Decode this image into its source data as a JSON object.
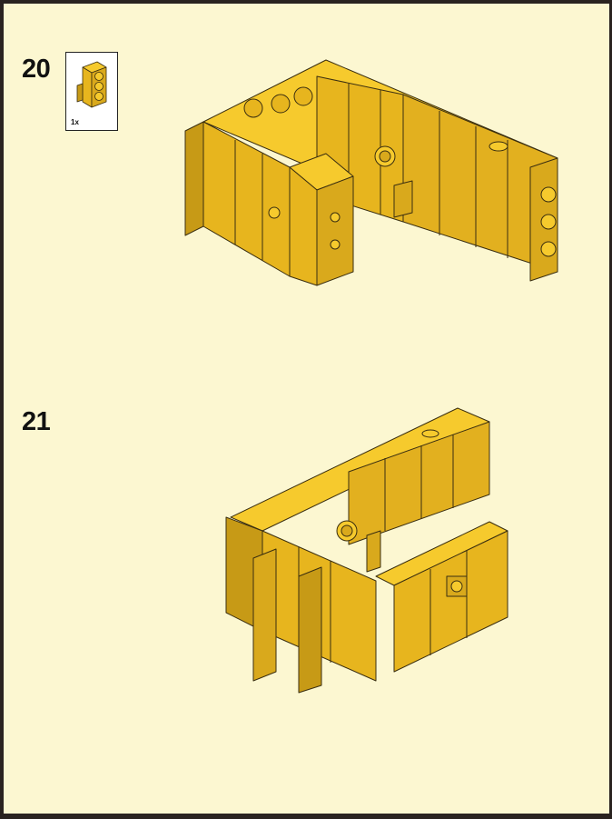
{
  "steps": [
    {
      "number": "20",
      "parts": [
        {
          "quantity": "1x",
          "icon": "brick-1x2x3-studs-side-icon"
        }
      ]
    },
    {
      "number": "21"
    }
  ],
  "colors": {
    "page_background": "#fcf7d1",
    "frame": "#2a2320",
    "brick_light": "#f6ca2d",
    "brick_mid": "#e7b51e",
    "brick_dark": "#c79a16",
    "outline": "#3a2e10"
  }
}
